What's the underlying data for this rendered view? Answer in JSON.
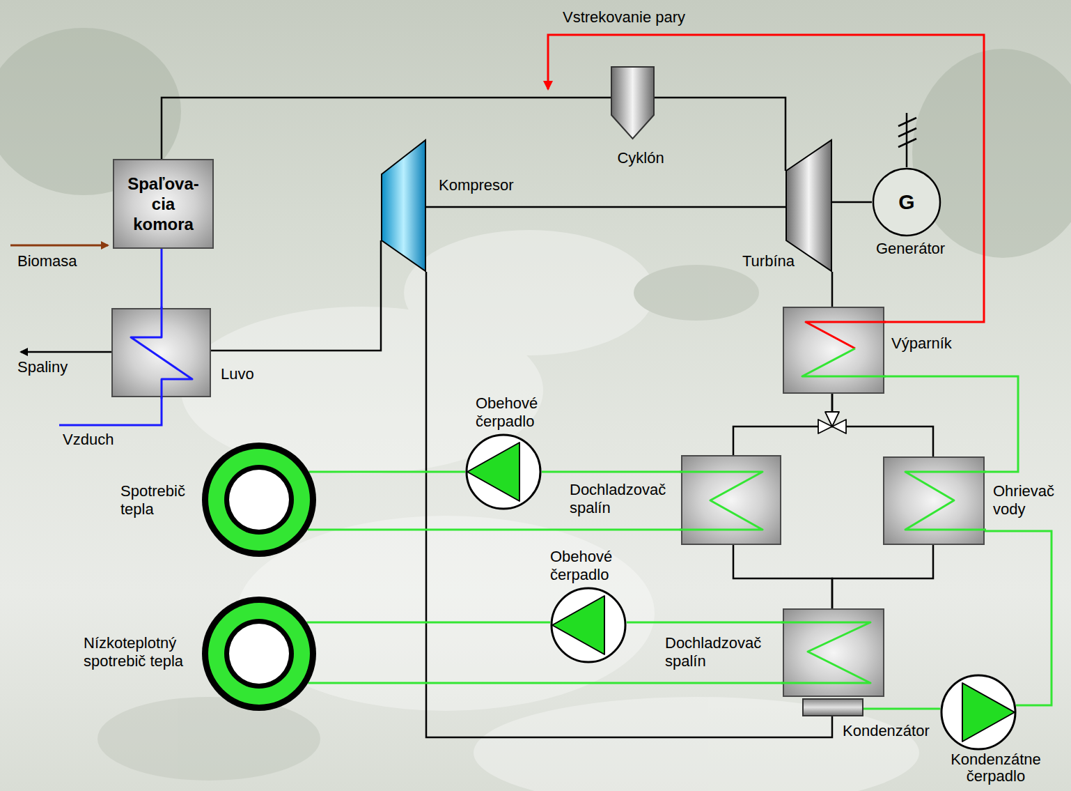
{
  "diagram": {
    "nodes": [
      {
        "text": [
          "Spaľova- cia komora"
        ]
      },
      {
        "text": [
          "Cyklón"
        ]
      },
      {
        "text": [
          "Kompresor"
        ]
      },
      {
        "text": [
          "Turbína"
        ]
      },
      {
        "text": [
          "G",
          "Generátor"
        ]
      },
      {
        "text": [
          "Luvo"
        ]
      },
      {
        "text": [
          "Výparník"
        ]
      },
      {
        "text": [
          "Obehové čerpadlo"
        ]
      },
      {
        "text": [
          "Spotrebič tepla"
        ]
      },
      {
        "text": [
          "Dochladzovač spalín"
        ]
      },
      {
        "text": [
          "Ohrievač vody"
        ]
      },
      {
        "text": [
          "Obehové čerpadlo"
        ]
      },
      {
        "text": [
          "Nízkoteplotný spotrebič tepla"
        ]
      },
      {
        "text": [
          "Dochladzovač spalín"
        ]
      },
      {
        "text": [
          "Kondenzátor"
        ]
      },
      {
        "text": [
          "Kondenzátne čerpadlo"
        ]
      }
    ],
    "edges": [
      {
        "from": 0,
        "to": 1,
        "arrow": "none"
      },
      {
        "from": 1,
        "to": 3,
        "arrow": "none"
      },
      {
        "from": 2,
        "to": 3,
        "arrow": "none"
      },
      {
        "from": 3,
        "to": 4,
        "arrow": "none"
      },
      {
        "from": 3,
        "to": 6,
        "arrow": "none"
      },
      {
        "from": 6,
        "to": 9,
        "arrow": "none"
      },
      {
        "from": 6,
        "to": 10,
        "arrow": "none"
      },
      {
        "from": 9,
        "to": 13,
        "arrow": "none"
      },
      {
        "from": 10,
        "to": 13,
        "arrow": "none"
      },
      {
        "from": 14,
        "to": 2,
        "arrow": "none"
      },
      {
        "from": 2,
        "to": 5,
        "arrow": "none"
      },
      {
        "from": 5,
        "to": 0,
        "arrow": "none"
      },
      {
        "from": 9,
        "to": 7,
        "arrow": "none"
      },
      {
        "from": 7,
        "to": 8,
        "arrow": "none"
      },
      {
        "from": 8,
        "to": 9,
        "arrow": "none"
      },
      {
        "from": 13,
        "to": 11,
        "arrow": "none"
      },
      {
        "from": 11,
        "to": 12,
        "arrow": "none"
      },
      {
        "from": 12,
        "to": 13,
        "arrow": "none"
      },
      {
        "from": 14,
        "to": 15,
        "arrow": "none"
      },
      {
        "from": 15,
        "to": 10,
        "arrow": "none"
      },
      {
        "from": 10,
        "to": 6,
        "arrow": "none"
      }
    ],
    "labels": [
      "Vstrekovanie pary",
      "Biomasa",
      "Spaliny",
      "Vzduch"
    ]
  }
}
